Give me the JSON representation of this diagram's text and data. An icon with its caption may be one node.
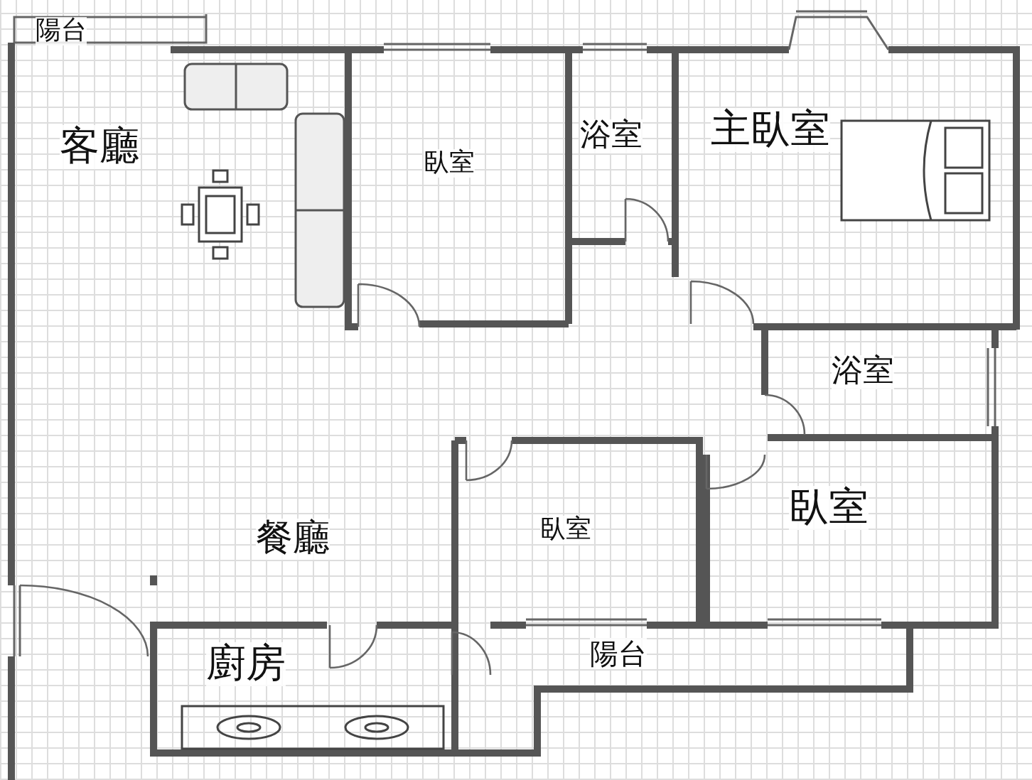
{
  "diagram": {
    "nodes": [
      {
        "text": [
          "陽台"
        ]
      },
      {
        "text": [
          "客廳"
        ]
      },
      {
        "text": [
          "臥室"
        ]
      },
      {
        "text": [
          "浴室"
        ]
      },
      {
        "text": [
          "主臥室"
        ]
      },
      {
        "text": [
          "浴室"
        ]
      },
      {
        "text": [
          "餐廳"
        ]
      },
      {
        "text": [
          "臥室"
        ]
      },
      {
        "text": [
          "臥室"
        ]
      },
      {
        "text": [
          "廚房"
        ]
      },
      {
        "text": [
          "陽台"
        ]
      }
    ]
  }
}
